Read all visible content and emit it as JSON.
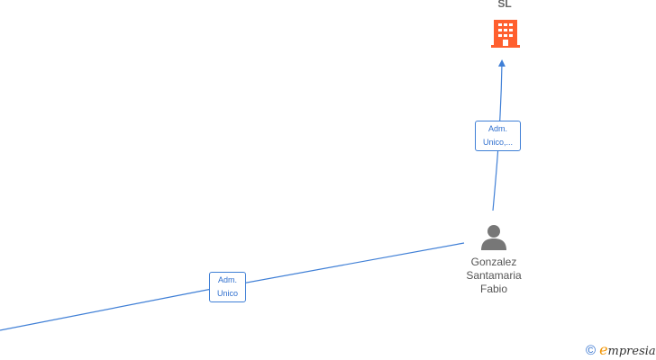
{
  "company": {
    "label": "SL",
    "color": "#ff5f2e",
    "icon": "building-icon"
  },
  "person": {
    "name_lines": [
      "Gonzalez",
      "Santamaria",
      "Fabio"
    ],
    "icon": "person-icon",
    "color": "#777777"
  },
  "edges": [
    {
      "label_lines": [
        "Adm.",
        "Unico,..."
      ]
    },
    {
      "label_lines": [
        "Adm.",
        "Unico"
      ]
    }
  ],
  "edge_color": "#3f7fd6",
  "brand": {
    "copyright": "©",
    "initial": "e",
    "name": "mpresia",
    "initial_color": "#f29400"
  }
}
